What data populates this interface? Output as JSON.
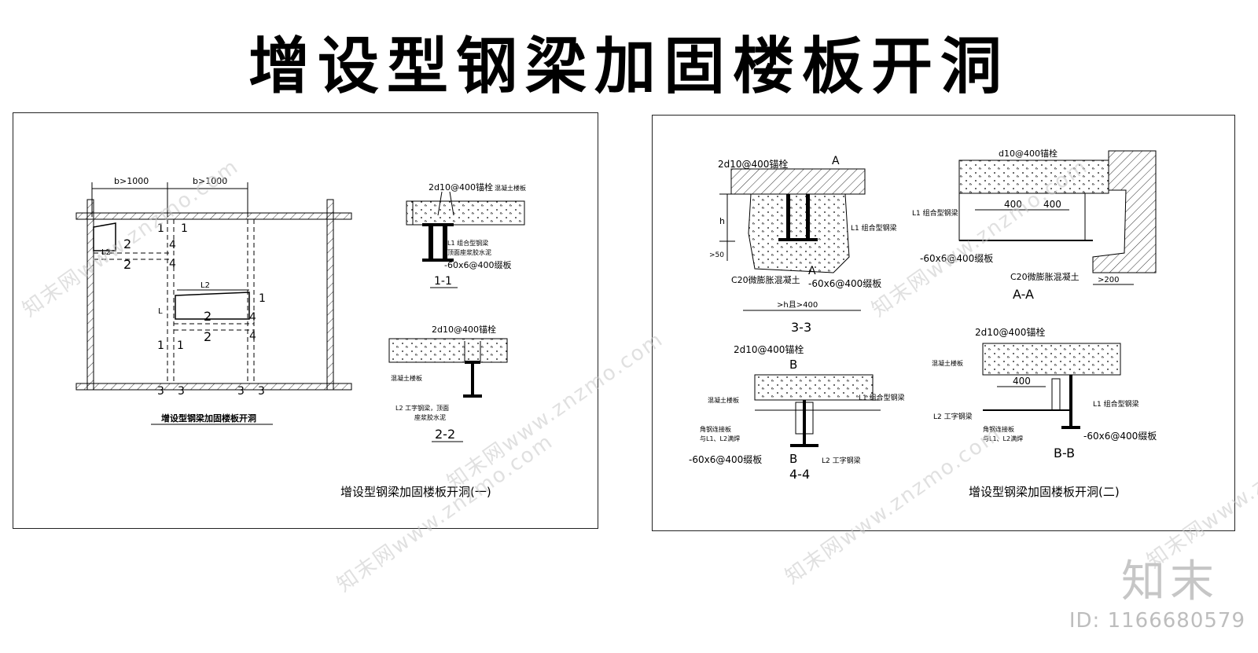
{
  "title": "增设型钢梁加固楼板开洞",
  "panel1": {
    "plan_caption": "增设型钢梁加固楼板开洞",
    "caption": "增设型钢梁加固楼板开洞(一)",
    "dim_b1": "b>1000",
    "dim_b2": "b>1000",
    "label_L2": "L2",
    "label_L": "L",
    "mark_1": "1",
    "mark_2": "2",
    "mark_3": "3",
    "mark_4": "4",
    "s11_rebar": "2d10@400锚栓",
    "s11_slab": "混凝土楼板",
    "s11_L1": "L1 组合型钢梁",
    "s11_note": "顶面座浆胶水泥",
    "s11_plate": "-60x6@400缀板",
    "s11_title": "1-1",
    "s22_rebar": "2d10@400锚栓",
    "s22_slab": "混凝土楼板",
    "s22_L2": "L2 工字钢梁，顶面",
    "s22_note": "座浆胶水泥",
    "s22_title": "2-2"
  },
  "panel2": {
    "caption": "增设型钢梁加固楼板开洞(二)",
    "s33_rebar": "2d10@400锚栓",
    "s33_A": "A",
    "s33_h": "h",
    "s33_50": ">50",
    "s33_L1": "L1 组合型钢梁",
    "s33_c20": "C20微膨胀混凝土",
    "s33_plate": "-60x6@400缀板",
    "s33_dim": ">h且>400",
    "s33_title": "3-3",
    "sAA_rebar": "d10@400锚栓",
    "sAA_d1": "400",
    "sAA_d2": "400",
    "sAA_L1": "L1 组合型钢梁",
    "sAA_plate": "-60x6@400缀板",
    "sAA_c20": "C20微膨胀混凝土",
    "sAA_200": ">200",
    "sAA_title": "A-A",
    "s44_rebar": "2d10@400锚栓",
    "s44_B": "B",
    "s44_slab": "混凝土楼板",
    "s44_L1": "L1 组合型钢梁",
    "s44_angle": "角钢连接板",
    "s44_weld": "与L1、L2满焊",
    "s44_plate": "-60x6@400缀板",
    "s44_L2": "L2 工字钢梁",
    "s44_title": "4-4",
    "sBB_rebar": "2d10@400锚栓",
    "sBB_slab": "混凝土楼板",
    "sBB_d": "400",
    "sBB_L1": "L1 组合型钢梁",
    "sBB_L2": "L2 工字钢梁",
    "sBB_angle": "角钢连接板",
    "sBB_weld": "与L1、L2满焊",
    "sBB_plate": "-60x6@400缀板",
    "sBB_title": "B-B"
  },
  "watermark": "知末网www.znzmo.com",
  "logo": "知末",
  "image_id": "ID: 1166680579"
}
